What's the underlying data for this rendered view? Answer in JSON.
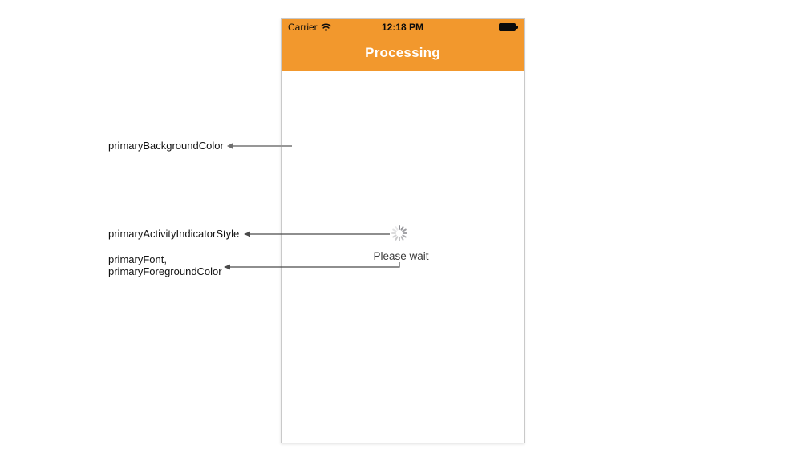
{
  "phone": {
    "status_bar": {
      "carrier": "Carrier",
      "time": "12:18 PM",
      "wifi_icon": "wifi-icon",
      "battery_icon": "battery-icon"
    },
    "nav_bar": {
      "title": "Processing"
    },
    "content": {
      "spinner_icon": "activity-indicator-icon",
      "message": "Please wait"
    }
  },
  "annotations": {
    "background_color_label": "primaryBackgroundColor",
    "activity_indicator_label": "primaryActivityIndicatorStyle",
    "font_label_line1": "primaryFont,",
    "font_label_line2": "primaryForegroundColor"
  },
  "colors": {
    "header_orange": "#f2982d",
    "nav_title": "#ffffff",
    "status_text": "#0b0b0b",
    "message_text": "#3b3b3b",
    "spinner_gray": "#8e8e93",
    "annotation_text": "#121212",
    "arrow_line": "#4a4a4a",
    "phone_border": "#c9c9c9"
  }
}
